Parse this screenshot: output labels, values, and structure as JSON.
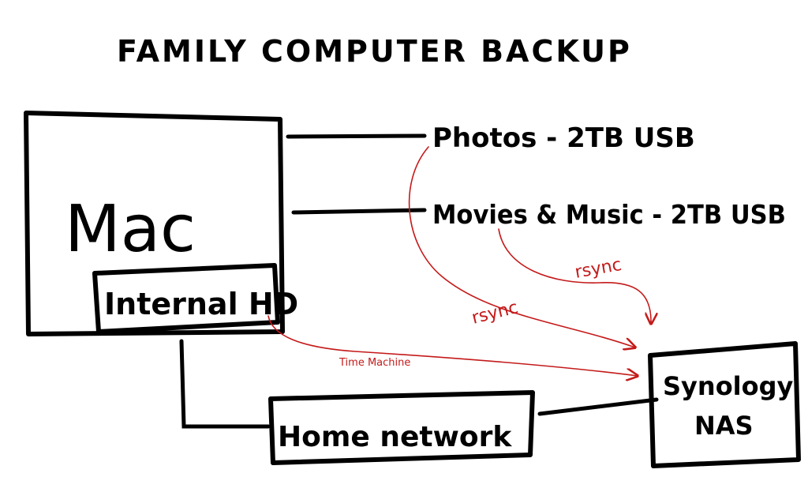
{
  "title": "FAMILY COMPUTER BACKUP",
  "nodes": {
    "mac": "Mac",
    "internal_hd": "Internal HD",
    "photos": "Photos - 2TB USB",
    "movies_music": "Movies & Music - 2TB USB",
    "home_network": "Home network",
    "nas_line1": "Synology",
    "nas_line2": "NAS"
  },
  "edges": {
    "rsync_movies": "rsync",
    "rsync_photos": "rsync",
    "time_machine": "Time Machine"
  },
  "colors": {
    "ink": "#000000",
    "annotation": "#c41a1a",
    "background": "#ffffff"
  }
}
